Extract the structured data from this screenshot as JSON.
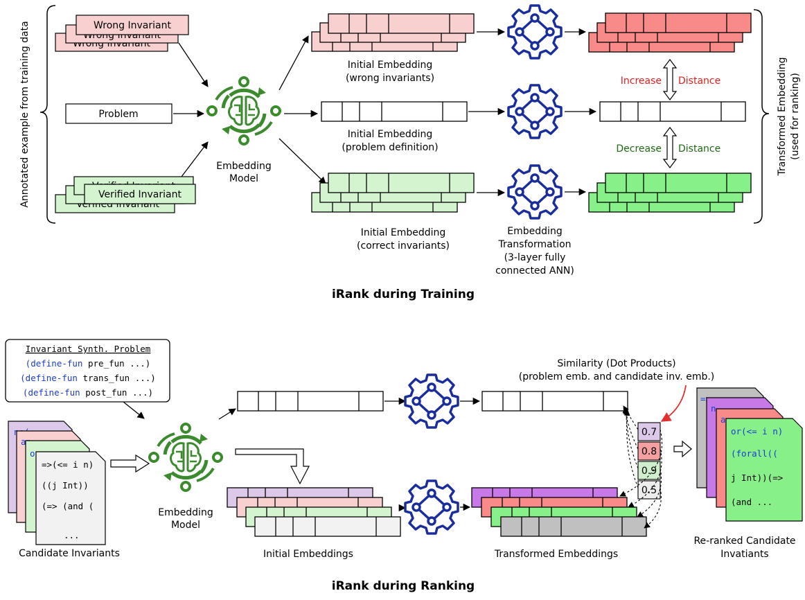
{
  "training": {
    "title": "iRank during Training",
    "side_label": "Annotated example from training data",
    "right_label_1": "Transformed Embedding",
    "right_label_2": "(used for ranking)",
    "wrong_inv_label": "Wrong Invariant",
    "problem_label": "Problem",
    "verified_inv_label": "Verified Invariant",
    "embed_model_1": "Embedding",
    "embed_model_2": "Model",
    "init_wrong_1": "Initial Embedding",
    "init_wrong_2": "(wrong invariants)",
    "init_problem_1": "Initial Embedding",
    "init_problem_2": "(problem definition)",
    "init_correct_1": "Initial Embedding",
    "init_correct_2": "(correct invariants)",
    "transform_1": "Embedding",
    "transform_2": "Transformation",
    "transform_3": "(3-layer fully",
    "transform_4": "connected ANN)",
    "increase_a": "Increase",
    "increase_b": "Distance",
    "decrease_a": "Decrease",
    "decrease_b": "Distance"
  },
  "ranking": {
    "title": "iRank during Ranking",
    "problem_box_title": "Invariant Synth. Problem",
    "problem_lines": [
      {
        "kw": "(define-fun",
        "rest": " pre_fun ...)"
      },
      {
        "kw": "(define-fun",
        "rest": " trans_fun ...)"
      },
      {
        "kw": "(define-fun",
        "rest": " post_fun ...)"
      }
    ],
    "candidate_front_lines": [
      "=>(<= i n)",
      "((j Int))",
      "(=> (and (",
      "..."
    ],
    "candidate_label": "Candidate Invariants",
    "embed_model_1": "Embedding",
    "embed_model_2": "Model",
    "initial_embeddings_label": "Initial Embeddings",
    "transformed_embeddings_label": "Transformed Embeddings",
    "similarity_1": "Similarity (Dot Products)",
    "similarity_2": "(problem emb. and candidate inv. emb.)",
    "scores": [
      "0.7",
      "0.8",
      "0.9",
      "0.5"
    ],
    "reranked_front_lines": [
      "or(<= i n)",
      "(forall((",
      "j Int))(=>",
      "(and  ..."
    ],
    "reranked_label_1": "Re-ranked Candidate",
    "reranked_label_2": "Invatiants"
  },
  "colors": {
    "wrong": "#f8d0d0",
    "wrong_strong": "#f88a8a",
    "correct": "#d4f4d0",
    "correct_strong": "#88f088",
    "model_green": "#3b8a2e",
    "network_blue": "#1a2d9c",
    "score_purple": "#dcc8e8",
    "score_red": "#f4a0a0",
    "score_green": "#cfeecb",
    "score_gray": "#eeeeee",
    "sim_arrow": "#e03030"
  }
}
